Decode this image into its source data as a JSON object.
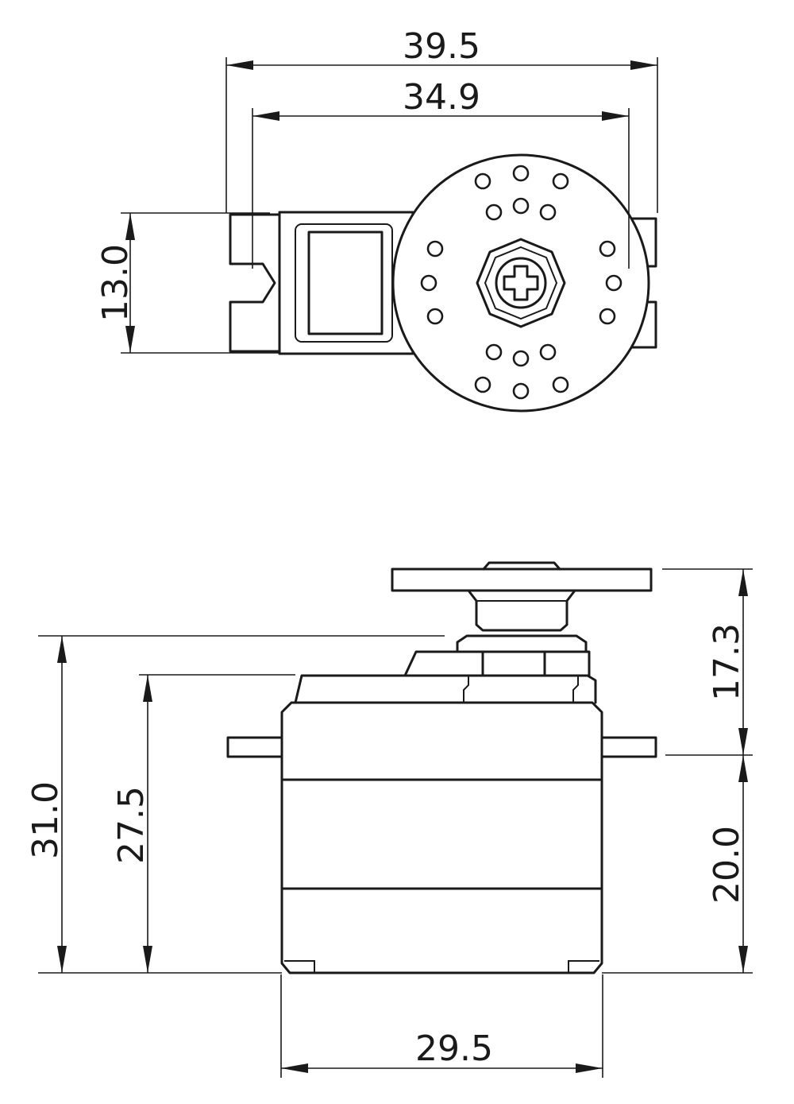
{
  "colors": {
    "line": "#1a1a1a",
    "background": "#ffffff"
  },
  "dimensions": {
    "top_overall_width": "39.5",
    "top_hole_spacing": "34.9",
    "top_height": "13.0",
    "side_total_height": "31.0",
    "side_case_height": "27.5",
    "side_top_height": "17.3",
    "side_lower_height": "20.0",
    "side_width": "29.5"
  }
}
